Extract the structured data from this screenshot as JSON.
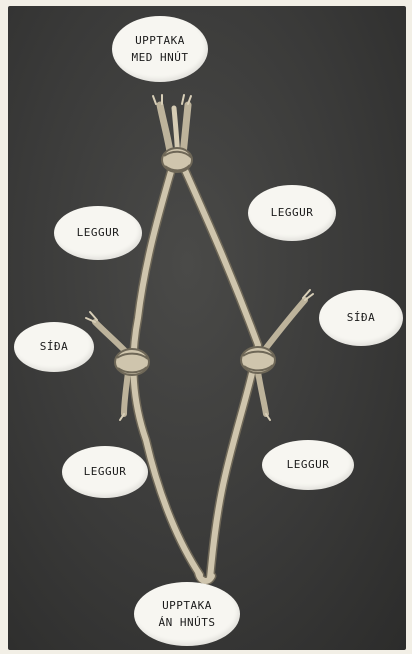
{
  "labels": {
    "top_anchor": "UPPTAKA\nMED HNÚT",
    "leg_upper_left": "LEGGUR",
    "leg_upper_right": "LEGGUR",
    "side_left": "SÍÐA",
    "side_right": "SÍÐA",
    "leg_lower_left": "LEGGUR",
    "leg_lower_right": "LEGGUR",
    "bottom_anchor": "UPPTAKA\nÁN HNÚTS"
  },
  "colors": {
    "background": "#3a3a39",
    "rope": "#c9bfa8",
    "label_paper": "#f7f6f1"
  }
}
